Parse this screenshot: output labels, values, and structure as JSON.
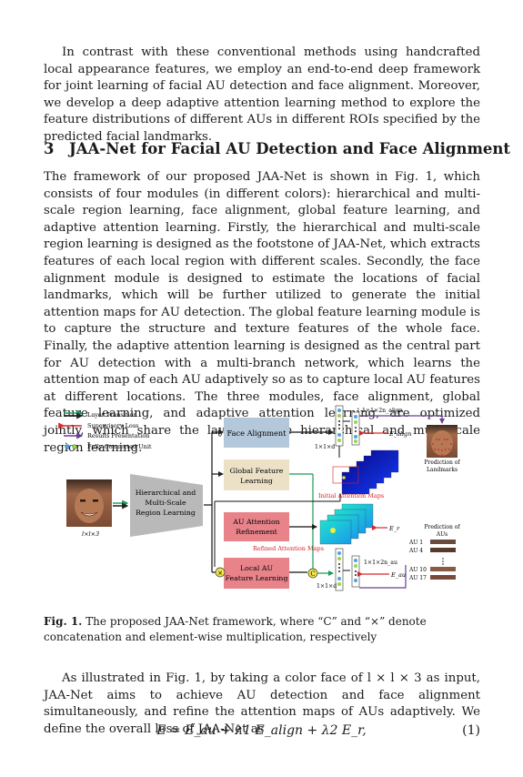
{
  "intro_paragraph": "In contrast with these conventional methods using handcrafted local appearance features, we employ an end-to-end deep framework for joint learning of facial AU detection and face alignment. Moreover, we develop a deep adaptive attention learning method to explore the feature distributions of different AUs in different ROIs specified by the predicted facial landmarks.",
  "section": {
    "number": "3",
    "title": "JAA-Net for Facial AU Detection and Face Alignment",
    "paragraph": "The framework of our proposed JAA-Net is shown in Fig. 1, which consists of four modules (in different colors): hierarchical and multi-scale region learning, face alignment, global feature learning, and adaptive attention learning. Firstly, the hierarchical and multi-scale region learning is designed as the footstone of JAA-Net, which extracts features of each local region with different scales. Secondly, the face alignment module is designed to estimate the locations of facial landmarks, which will be further utilized to generate the initial attention maps for AU detection. The global feature learning module is to capture the structure and texture features of the whole face. Finally, the adaptive attention learning is designed as the central part for AU detection with a multi-branch network, which learns the attention map of each AU adaptively so as to capture local AU features at different locations. The three modules, face alignment, global feature learning, and adaptive attention learning, are optimized jointly, which share the layers of the hierarchical and multi-scale region learning."
  },
  "figure": {
    "legend": {
      "layer_transition": "Layer Transition",
      "supervisory_loss": "Supervisory Loss",
      "results_presentation": "Results Presentation",
      "fc_unit": "Fully-Connected Unit"
    },
    "input_label": "l×l×3",
    "hmrl_label": [
      "Hierarchical and",
      "Multi-Scale",
      "Region Learning"
    ],
    "face_alignment_label": "Face Alignment",
    "global_feature_label": [
      "Global Feature",
      "Learning"
    ],
    "au_refine_label": [
      "AU Attention",
      "Refinement"
    ],
    "local_au_label": [
      "Local AU",
      "Feature Learning"
    ],
    "initial_maps_label": "Initial Attention Maps",
    "refined_maps_label": "Refined Attention Maps",
    "dim_align": "1×1×2n_align",
    "dim_align_sub": "align",
    "dim_d_top": "1×1×d",
    "dim_au": "1×1×2n_au",
    "dim_au_sub": "au",
    "dim_d_bottom": "1×1×d",
    "loss_align": "E_align",
    "loss_r": "E_r",
    "loss_au": "E_au",
    "landmarks_caption": [
      "Prediction of",
      "Landmarks"
    ],
    "aus_caption": [
      "Prediction of",
      "AUs"
    ],
    "au_rows": [
      "AU 1",
      "AU 4",
      "AU 10",
      "AU 17"
    ],
    "concat_symbol": "C",
    "mult_symbol": "×",
    "colors": {
      "face_alignment": "#b4c8dc",
      "global_feature": "#ece1c6",
      "au_modules": "#e8838a",
      "hmrl": "#b9b9b9",
      "layer_transition": "#1e9a56",
      "supervisory_loss": "#d8282a",
      "results_presentation": "#6a3e96",
      "label_red": "#d82028"
    }
  },
  "caption": {
    "label": "Fig. 1.",
    "text": " The proposed JAA-Net framework, where “C” and “×” denote concatenation and element-wise multiplication, respectively"
  },
  "closing_paragraph": "As illustrated in Fig. 1, by taking a color face of l × l × 3 as input, JAA-Net aims to achieve AU detection and face alignment simultaneously, and refine the attention maps of AUs adaptively. We define the overall loss of JAA-Net as",
  "equation": {
    "expression": "E = E_au + λ1 E_align + λ2 E_r,",
    "number": "(1)"
  }
}
